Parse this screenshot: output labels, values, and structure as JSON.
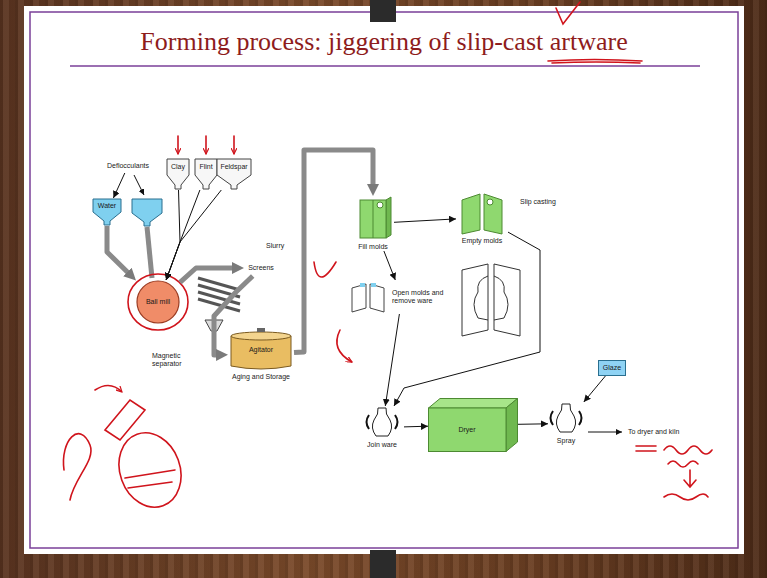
{
  "diagram": {
    "title": "Forming process: jiggering of slip-cast artware",
    "nodes": [
      {
        "text": [
          "Deflocculants"
        ]
      },
      {
        "text": [
          "Water"
        ]
      },
      {
        "text": [
          "Clay"
        ]
      },
      {
        "text": [
          "Flint"
        ]
      },
      {
        "text": [
          "Feldspar"
        ]
      },
      {
        "text": [
          "Ball mill"
        ]
      },
      {
        "text": [
          "Screens"
        ]
      },
      {
        "text": [
          "Agitator",
          "Aging and Storage"
        ]
      },
      {
        "text": [
          "Fill molds"
        ]
      },
      {
        "text": [
          "Empty molds"
        ]
      },
      {
        "text": [
          "Open molds and remove ware"
        ]
      },
      {
        "text": [
          "Join ware"
        ]
      },
      {
        "text": [
          "Dryer"
        ]
      },
      {
        "text": [
          "Spray"
        ]
      },
      {
        "text": [
          "Glaze"
        ]
      }
    ],
    "edges": [
      {
        "from": 0,
        "to": 1,
        "arrow": "to"
      },
      {
        "from": 1,
        "to": 5,
        "arrow": "to"
      },
      {
        "from": 2,
        "to": 5,
        "arrow": "to"
      },
      {
        "from": 3,
        "to": 5,
        "arrow": "to"
      },
      {
        "from": 4,
        "to": 5,
        "arrow": "to"
      },
      {
        "from": 5,
        "to": 6,
        "arrow": "to"
      },
      {
        "from": 6,
        "to": 7,
        "arrow": "to"
      },
      {
        "from": 7,
        "to": 8,
        "arrow": "to"
      },
      {
        "from": 8,
        "to": 9,
        "arrow": "to"
      },
      {
        "from": 8,
        "to": 10,
        "arrow": "to"
      },
      {
        "from": 9,
        "to": 11,
        "arrow": "to"
      },
      {
        "from": 10,
        "to": 11,
        "arrow": "to"
      },
      {
        "from": 11,
        "to": 12,
        "arrow": "to"
      },
      {
        "from": 12,
        "to": 13,
        "arrow": "to"
      },
      {
        "from": 14,
        "to": 13,
        "arrow": "to"
      }
    ],
    "labels": [
      "Slurry",
      "Magnetic separator",
      "Slip casting",
      "To dryer and kiln"
    ]
  }
}
